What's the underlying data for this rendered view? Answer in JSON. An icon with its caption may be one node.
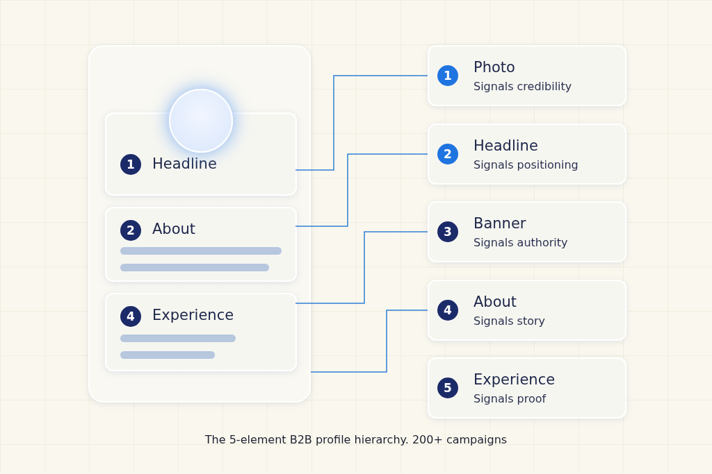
{
  "diagram": {
    "caption": "The 5-element B2B profile hierarchy. 200+ campaigns",
    "nodes": [
      {
        "text": [],
        "shape": "box"
      },
      {
        "text": [
          "1",
          "Headline"
        ],
        "in": 0
      },
      {
        "text": [
          "2",
          "About"
        ],
        "in": 0
      },
      {
        "text": [
          "4",
          "Experience"
        ],
        "in": 0
      },
      {
        "text": [
          "1",
          "Photo",
          "Signals credibility"
        ]
      },
      {
        "text": [
          "2",
          "Headline",
          "Signals positioning"
        ]
      },
      {
        "text": [
          "3",
          "Banner",
          "Signals authority"
        ]
      },
      {
        "text": [
          "4",
          "About",
          "Signals story"
        ]
      },
      {
        "text": [
          "5",
          "Experience",
          "Signals proof"
        ]
      }
    ],
    "edges": [
      {
        "from": 1,
        "to": 4,
        "arrow": "none"
      },
      {
        "from": 2,
        "to": 5,
        "arrow": "none"
      },
      {
        "from": 3,
        "to": 6,
        "arrow": "none"
      },
      {
        "from": 0,
        "to": 7,
        "arrow": "none"
      }
    ]
  }
}
